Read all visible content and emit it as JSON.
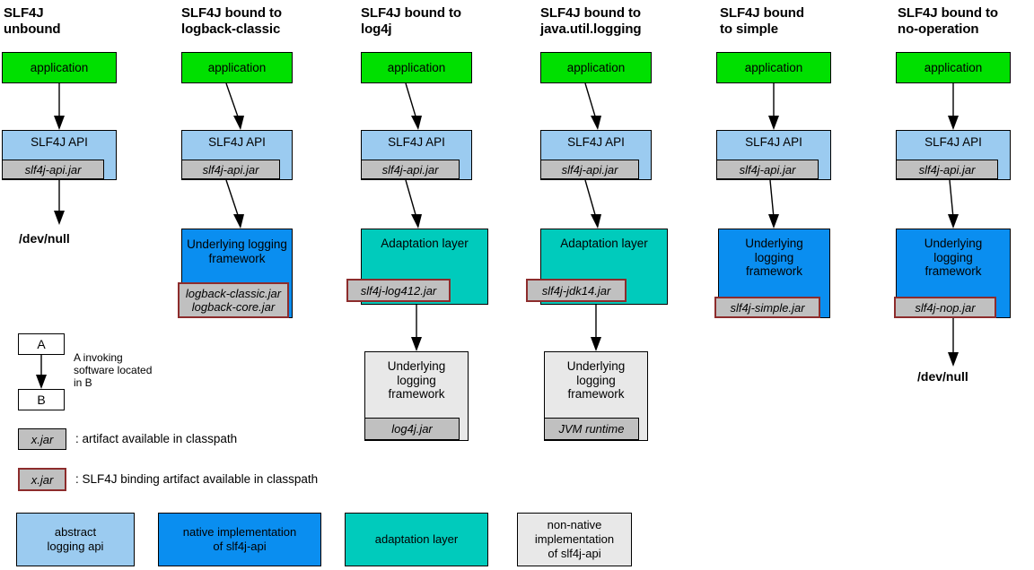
{
  "diagram": {
    "title_accessible": "SLF4J binding scenarios",
    "colors": {
      "application": "#00e000",
      "abstract_api": "#9bcbf0",
      "native_impl": "#0a8ef0",
      "adaptation": "#00cbbc",
      "non_native_impl": "#e8e8e8",
      "jar_fill": "#c0c0c0",
      "binding_border": "#8d2c2c",
      "outline": "#000000"
    },
    "columns": [
      {
        "id": "unbound",
        "title": "SLF4J\nunbound",
        "nodes": [
          {
            "id": "application",
            "label": "application",
            "style": "green"
          },
          {
            "id": "slf4j-api",
            "label": "SLF4J API",
            "style": "lightblue",
            "jar": {
              "label": "slf4j-api.jar",
              "binding": false
            }
          }
        ],
        "terminal": "/dev/null"
      },
      {
        "id": "logback-classic",
        "title": "SLF4J bound to\nlogback-classic",
        "nodes": [
          {
            "id": "application",
            "label": "application",
            "style": "green"
          },
          {
            "id": "slf4j-api",
            "label": "SLF4J API",
            "style": "lightblue",
            "jar": {
              "label": "slf4j-api.jar",
              "binding": false
            }
          },
          {
            "id": "underlying",
            "label": "Underlying logging\nframework",
            "style": "vividblue",
            "jar": {
              "label": "logback-classic.jar\nlogback-core.jar",
              "binding": true
            }
          }
        ],
        "terminal": null
      },
      {
        "id": "log4j",
        "title": "SLF4J bound to\nlog4j",
        "nodes": [
          {
            "id": "application",
            "label": "application",
            "style": "green"
          },
          {
            "id": "slf4j-api",
            "label": "SLF4J API",
            "style": "lightblue",
            "jar": {
              "label": "slf4j-api.jar",
              "binding": false
            }
          },
          {
            "id": "adaptation",
            "label": "Adaptation layer",
            "style": "teal",
            "jar": {
              "label": "slf4j-log412.jar",
              "binding": true
            }
          },
          {
            "id": "underlying",
            "label": "Underlying\nlogging\nframework",
            "style": "lightgray",
            "jar": {
              "label": "log4j.jar",
              "binding": false
            }
          }
        ],
        "terminal": null
      },
      {
        "id": "java-util-logging",
        "title": "SLF4J bound to\njava.util.logging",
        "nodes": [
          {
            "id": "application",
            "label": "application",
            "style": "green"
          },
          {
            "id": "slf4j-api",
            "label": "SLF4J API",
            "style": "lightblue",
            "jar": {
              "label": "slf4j-api.jar",
              "binding": false
            }
          },
          {
            "id": "adaptation",
            "label": "Adaptation layer",
            "style": "teal",
            "jar": {
              "label": "slf4j-jdk14.jar",
              "binding": true
            }
          },
          {
            "id": "underlying",
            "label": "Underlying\nlogging\nframework",
            "style": "lightgray",
            "jar": {
              "label": "JVM runtime",
              "binding": false
            }
          }
        ],
        "terminal": null
      },
      {
        "id": "simple",
        "title": "SLF4J bound\nto simple",
        "nodes": [
          {
            "id": "application",
            "label": "application",
            "style": "green"
          },
          {
            "id": "slf4j-api",
            "label": "SLF4J API",
            "style": "lightblue",
            "jar": {
              "label": "slf4j-api.jar",
              "binding": false
            }
          },
          {
            "id": "underlying",
            "label": "Underlying\nlogging\nframework",
            "style": "vividblue",
            "jar": {
              "label": "slf4j-simple.jar",
              "binding": true
            }
          }
        ],
        "terminal": null
      },
      {
        "id": "no-operation",
        "title": "SLF4J bound to\nno-operation",
        "nodes": [
          {
            "id": "application",
            "label": "application",
            "style": "green"
          },
          {
            "id": "slf4j-api",
            "label": "SLF4J API",
            "style": "lightblue",
            "jar": {
              "label": "slf4j-api.jar",
              "binding": false
            }
          },
          {
            "id": "underlying",
            "label": "Underlying\nlogging\nframework",
            "style": "vividblue",
            "jar": {
              "label": "slf4j-nop.jar",
              "binding": true
            }
          }
        ],
        "terminal": "/dev/null"
      }
    ]
  },
  "legend": {
    "invocation": {
      "box_a": "A",
      "box_b": "B",
      "caption": "A invoking\nsoftware located\nin B"
    },
    "artifact": {
      "sample": "x.jar",
      "caption": ": artifact available in classpath"
    },
    "binding_artifact": {
      "sample": "x.jar",
      "caption": ": SLF4J binding artifact available in classpath"
    },
    "swatches": [
      {
        "id": "abstract-logging-api",
        "label": "abstract\nlogging api",
        "style": "lightblue"
      },
      {
        "id": "native-implementation",
        "label": "native implementation\nof slf4j-api",
        "style": "vividblue"
      },
      {
        "id": "adaptation-layer",
        "label": "adaptation layer",
        "style": "teal"
      },
      {
        "id": "non-native-implementation",
        "label": "non-native\nimplementation\nof slf4j-api",
        "style": "lightgray"
      }
    ]
  }
}
